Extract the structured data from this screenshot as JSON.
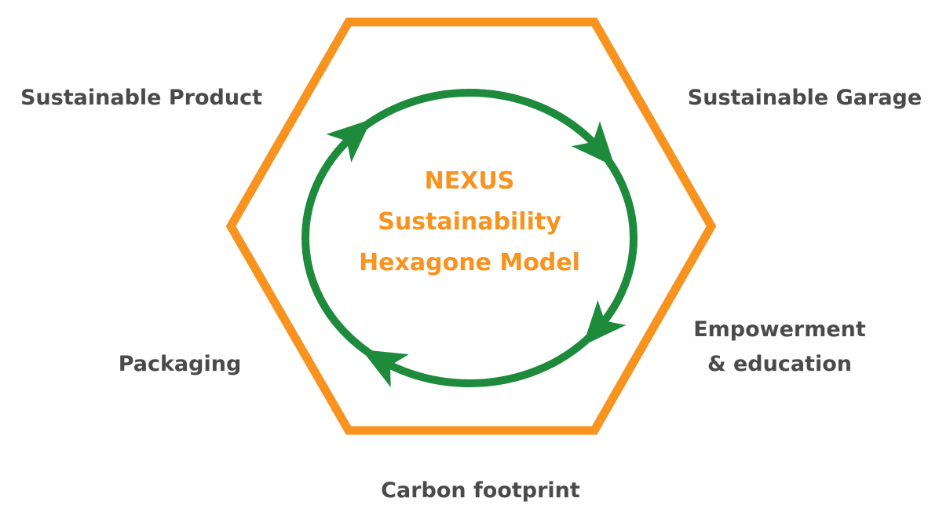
{
  "colors": {
    "hexagon": "#f7931e",
    "cycle": "#1e8a3c",
    "center_text": "#f7931e",
    "label_text": "#4a4a4a",
    "background": "#ffffff"
  },
  "center": {
    "line1": "NEXUS",
    "line2": "Sustainability",
    "line3": "Hexagone Model"
  },
  "labels": {
    "top_left": "Sustainable Product",
    "top_right": "Sustainable Garage",
    "bottom_right_line1": "Empowerment",
    "bottom_right_line2": "& education",
    "bottom_left": "Packaging",
    "bottom": "Carbon footprint"
  },
  "icons": {
    "cycle": "circular-arrows-icon"
  }
}
